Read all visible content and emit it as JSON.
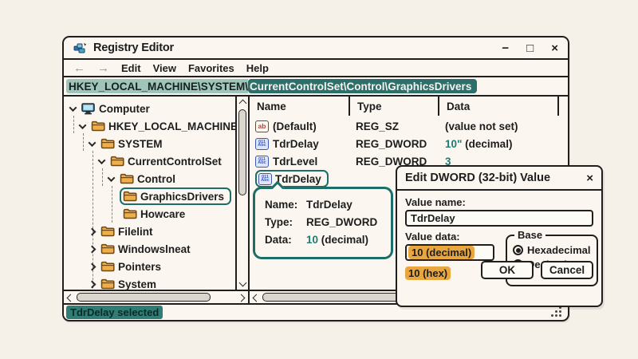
{
  "titlebar": {
    "title": "Registry Editor",
    "minimize": "−",
    "maximize": "□",
    "close": "×"
  },
  "menubar": {
    "back": "←",
    "forward": "→",
    "items": [
      "Edit",
      "View",
      "Favorites",
      "Help"
    ]
  },
  "addressbar": {
    "path_light": "HKEY_LOCAL_MACHINE\\SYSTEM\\",
    "path_dark": "CurrentControlSet\\Control\\GraphicsDrivers"
  },
  "tree": {
    "items": [
      {
        "label": "Computer",
        "icon": "computer-icon",
        "chevron": "down",
        "indent": 0,
        "selected": false
      },
      {
        "label": "HKEY_LOCAL_MACHINE",
        "icon": "folder-icon",
        "chevron": "down",
        "indent": 1,
        "selected": false
      },
      {
        "label": "SYSTEM",
        "icon": "folder-icon",
        "chevron": "down",
        "indent": 2,
        "selected": false
      },
      {
        "label": "CurrentControlSet",
        "icon": "folder-icon",
        "chevron": "down",
        "indent": 3,
        "selected": false
      },
      {
        "label": "Control",
        "icon": "folder-icon",
        "chevron": "down",
        "indent": 4,
        "selected": false
      },
      {
        "label": "GraphicsDrivers",
        "icon": "folder-icon",
        "chevron": "none",
        "indent": 5,
        "selected": true
      },
      {
        "label": "Howcare",
        "icon": "folder-icon",
        "chevron": "none",
        "indent": 5,
        "selected": false
      },
      {
        "label": "Filelint",
        "icon": "folder-icon",
        "chevron": "right",
        "indent": 2,
        "selected": false
      },
      {
        "label": "Windowslneat",
        "icon": "folder-icon",
        "chevron": "right",
        "indent": 2,
        "selected": false
      },
      {
        "label": "Pointers",
        "icon": "folder-icon",
        "chevron": "right",
        "indent": 2,
        "selected": false
      },
      {
        "label": "System",
        "icon": "folder-icon",
        "chevron": "right",
        "indent": 2,
        "selected": false
      }
    ]
  },
  "list": {
    "columns": {
      "name": "Name",
      "type": "Type",
      "data": "Data"
    },
    "rows": [
      {
        "icon": "string-value-icon",
        "name": "(Default)",
        "type": "REG_SZ",
        "data_num": "",
        "data_rest": "(value not set)",
        "selected": false
      },
      {
        "icon": "dword-value-icon",
        "name": "TdrDelay",
        "type": "REG_DWORD",
        "data_num": "10\"",
        "data_rest": " (decimal)",
        "selected": false
      },
      {
        "icon": "dword-value-icon",
        "name": "TdrLevel",
        "type": "REG_DWORD",
        "data_num": "3",
        "data_rest": "",
        "selected": false
      },
      {
        "icon": "dword-value-icon",
        "name": "TdrDelay",
        "type": "",
        "data_num": "",
        "data_rest": "",
        "selected": true
      }
    ]
  },
  "tooltip": {
    "name_label": "Name:",
    "name_value": "TdrDelay",
    "type_label": "Type:",
    "type_value": "REG_DWORD",
    "data_label": "Data:",
    "data_num": "10",
    "data_rest": " (decimal)"
  },
  "dialog": {
    "title": "Edit DWORD (32-bit) Value",
    "close": "×",
    "value_name_label": "Value name:",
    "value_name": "TdrDelay",
    "value_data_label": "Value data:",
    "value_data": "10 (decimal)",
    "hex_note": "10 (hex)",
    "base_label": "Base",
    "radio_hexadecimal": "Hexadecimal",
    "radio_decimal": "Decimal",
    "hexadecimal_selected": true,
    "ok": "OK",
    "cancel": "Cancel"
  },
  "statusbar": {
    "text": "TdrDelay selected"
  },
  "colors": {
    "background": "#f5f0e8",
    "outline": "#201f1e",
    "teal_dark": "#2c6f6b",
    "teal_light": "#9fc5bb",
    "teal_accent_border": "#1d6d68",
    "teal_value_text": "#1f7a72",
    "orange_highlight": "#e9a63f",
    "folder_fill": "#f0ae48"
  }
}
